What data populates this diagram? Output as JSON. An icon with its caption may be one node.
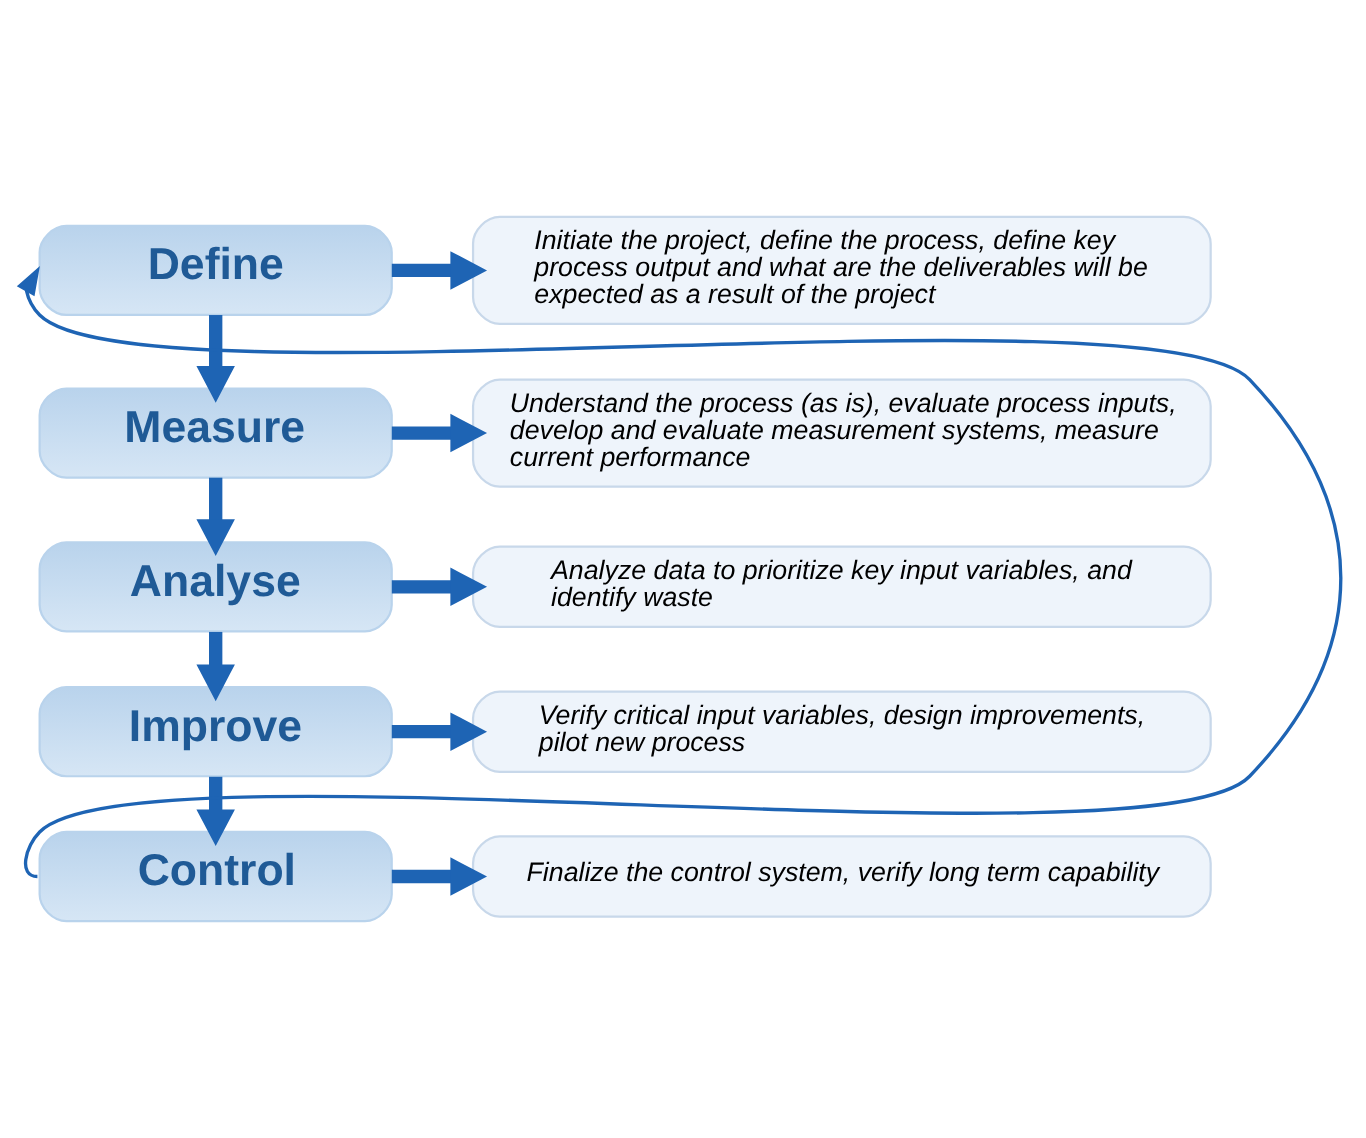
{
  "diagram": {
    "nodes": [
      {
        "text": [
          "Define"
        ]
      },
      {
        "text": [
          "Initiate the project, define the process, define key process output and what are the deliverables will be expected as a result of the project"
        ]
      },
      {
        "text": [
          "Measure"
        ]
      },
      {
        "text": [
          "Understand the process (as is), evaluate process inputs, develop and evaluate measurement systems, measure current performance"
        ]
      },
      {
        "text": [
          "Analyse"
        ]
      },
      {
        "text": [
          "Analyze data to prioritize key input variables, and identify waste"
        ]
      },
      {
        "text": [
          "Improve"
        ]
      },
      {
        "text": [
          "Verify critical input variables, design improvements, pilot new process"
        ]
      },
      {
        "text": [
          "Control"
        ]
      },
      {
        "text": [
          "Finalize the control system, verify long term capability"
        ]
      }
    ],
    "edges": [
      {
        "from": 0,
        "to": 1,
        "arrow": "to"
      },
      {
        "from": 0,
        "to": 2,
        "arrow": "to"
      },
      {
        "from": 2,
        "to": 3,
        "arrow": "to"
      },
      {
        "from": 2,
        "to": 4,
        "arrow": "to"
      },
      {
        "from": 4,
        "to": 5,
        "arrow": "to"
      },
      {
        "from": 4,
        "to": 6,
        "arrow": "to"
      },
      {
        "from": 6,
        "to": 7,
        "arrow": "to"
      },
      {
        "from": 6,
        "to": 8,
        "arrow": "to"
      },
      {
        "from": 8,
        "to": 9,
        "arrow": "to"
      },
      {
        "from": 8,
        "to": 0,
        "arrow": "to"
      }
    ]
  }
}
